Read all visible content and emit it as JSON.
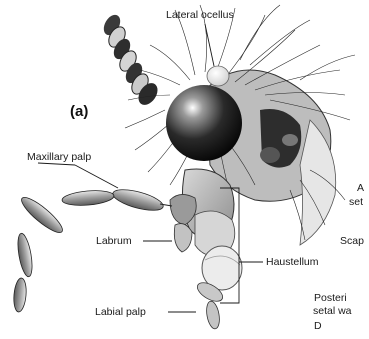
{
  "panel_label": "(a)",
  "labels": {
    "lateral_ocellus": "Lateral ocellus",
    "maxillary_palp": "Maxillary palp",
    "labrum": "Labrum",
    "haustellum": "Haustellum",
    "labial_palp": "Labial palp",
    "cut_a": "A",
    "cut_seta": "set",
    "cut_scap": "Scap",
    "cut_posterior": "Posteri",
    "cut_setal_wa": "setal wa",
    "cut_bottom": "D"
  },
  "colors": {
    "ink": "#1a1a1a",
    "eye_dark": "#111111",
    "body_gray": "#b9b9b9"
  }
}
